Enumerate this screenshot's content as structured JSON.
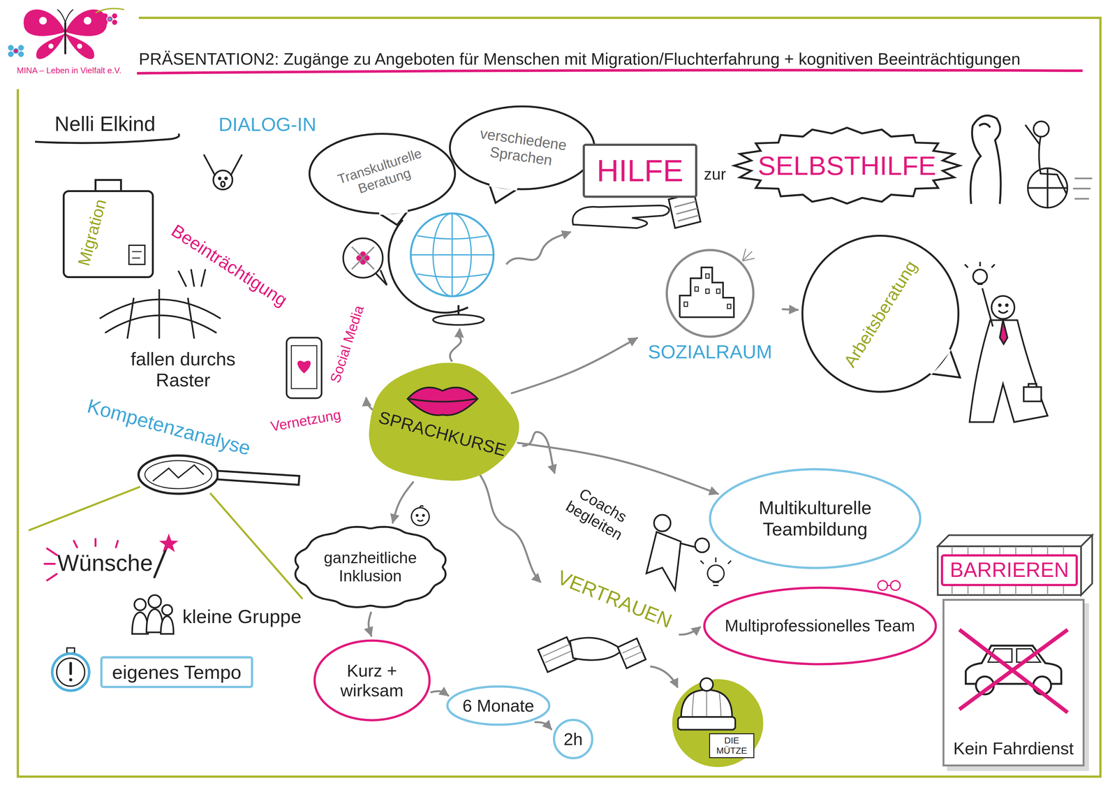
{
  "diagram": {
    "title": "PRÄSENTATION2: Zugänge zu Angeboten für Menschen mit Migration/Fluchterfahrung + kognitiven Beeinträchtigungen",
    "nodes": [
      {
        "text": [
          "Transkulturelle Beratung"
        ]
      },
      {
        "text": [
          "verschiedene Sprachen"
        ]
      },
      {
        "text": [
          "HILFE"
        ]
      },
      {
        "text": [
          "SELBSTHILFE"
        ]
      },
      {
        "text": [
          "SOZIALRAUM"
        ]
      },
      {
        "text": [
          "Arbeitsberatung"
        ]
      },
      {
        "text": [
          "SPRACHKURSE"
        ]
      },
      {
        "text": [
          "ganzheitliche Inklusion"
        ]
      },
      {
        "text": [
          "Multikulturelle Teambildung"
        ]
      },
      {
        "text": [
          "Multiprofessionelles Team"
        ]
      },
      {
        "text": [
          "BARRIEREN"
        ]
      },
      {
        "text": [
          "Kein Fahrdienst"
        ]
      },
      {
        "text": [
          "eigenes Tempo"
        ]
      },
      {
        "text": [
          "Kurz + wirksam"
        ]
      },
      {
        "text": [
          "6 Monate"
        ]
      },
      {
        "text": [
          "2h"
        ]
      },
      {
        "text": [
          "DIE MÜTZE"
        ]
      }
    ],
    "edges": [
      {
        "from": 6,
        "to": 4,
        "arrow": "to"
      },
      {
        "from": 4,
        "to": 5,
        "arrow": "to"
      },
      {
        "from": 6,
        "to": 8,
        "arrow": "to"
      },
      {
        "from": 6,
        "to": 7,
        "arrow": "to"
      },
      {
        "from": 7,
        "to": 13,
        "arrow": "to"
      },
      {
        "from": 13,
        "to": 14,
        "arrow": "to"
      },
      {
        "from": 14,
        "to": 15,
        "arrow": "to"
      }
    ],
    "labels": [
      "MINA – Leben in Vielfalt e.V.",
      "Nelli Elkind",
      "DIALOG-IN",
      "Migration",
      "Beeinträchtigung",
      "fallen durchs Raster",
      "Kompetenzanalyse",
      "Wünsche",
      "kleine Gruppe",
      "Vernetzung",
      "Social Media",
      "zur",
      "Coachs begleiten",
      "VERTRAUEN"
    ]
  }
}
